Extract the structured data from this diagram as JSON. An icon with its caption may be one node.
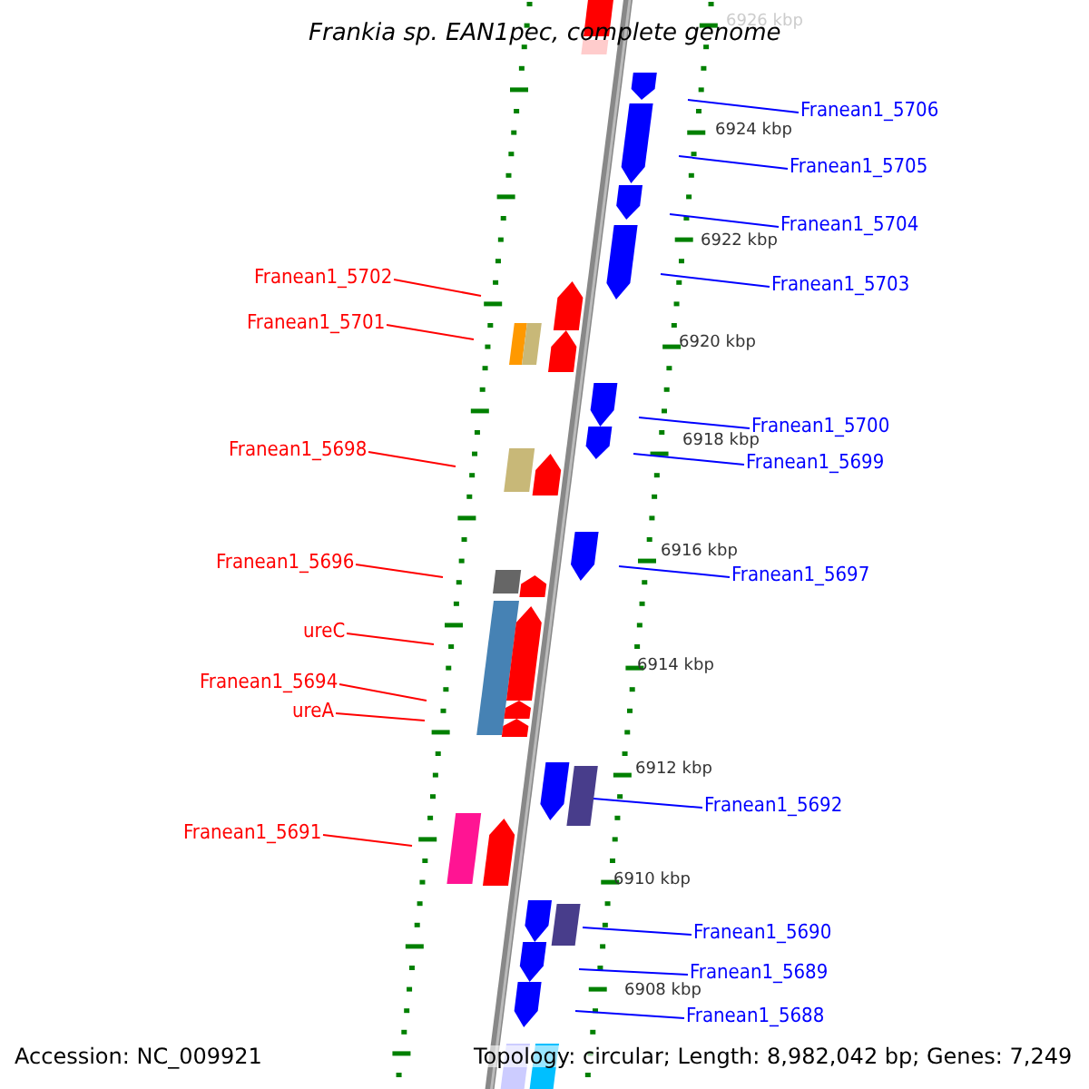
{
  "diagram": {
    "title": "Frankia sp. EAN1pec, complete genome",
    "nodes": [
      {
        "text": [
          "Franean1_5706"
        ]
      },
      {
        "text": [
          "Franean1_5705"
        ]
      },
      {
        "text": [
          "Franean1_5704"
        ]
      },
      {
        "text": [
          "Franean1_5702"
        ]
      },
      {
        "text": [
          "Franean1_5703"
        ]
      },
      {
        "text": [
          "Franean1_5701"
        ]
      },
      {
        "text": [
          "Franean1_5700"
        ]
      },
      {
        "text": [
          "Franean1_5698"
        ]
      },
      {
        "text": [
          "Franean1_5699"
        ]
      },
      {
        "text": [
          "Franean1_5696"
        ]
      },
      {
        "text": [
          "Franean1_5697"
        ]
      },
      {
        "text": [
          "ureC"
        ]
      },
      {
        "text": [
          "Franean1_5694"
        ]
      },
      {
        "text": [
          "ureA"
        ]
      },
      {
        "text": [
          "Franean1_5692"
        ]
      },
      {
        "text": [
          "Franean1_5691"
        ]
      },
      {
        "text": [
          "Franean1_5690"
        ]
      },
      {
        "text": [
          "Franean1_5689"
        ]
      },
      {
        "text": [
          "Franean1_5688"
        ]
      }
    ],
    "edges": [
      {
        "from": 0,
        "to": null,
        "arrow": "none"
      },
      {
        "from": 1,
        "to": null,
        "arrow": "none"
      },
      {
        "from": 2,
        "to": null,
        "arrow": "none"
      },
      {
        "from": 3,
        "to": null,
        "arrow": "none",
        "color": "#ff0000"
      },
      {
        "from": 4,
        "to": null,
        "arrow": "none"
      },
      {
        "from": 5,
        "to": null,
        "arrow": "none",
        "color": "#ff0000"
      },
      {
        "from": 6,
        "to": null,
        "arrow": "none"
      },
      {
        "from": 7,
        "to": null,
        "arrow": "none",
        "color": "#ff0000"
      },
      {
        "from": 8,
        "to": null,
        "arrow": "none"
      },
      {
        "from": 9,
        "to": null,
        "arrow": "none",
        "color": "#ff0000"
      },
      {
        "from": 10,
        "to": null,
        "arrow": "none"
      },
      {
        "from": 11,
        "to": null,
        "arrow": "none",
        "color": "#ff0000"
      },
      {
        "from": 12,
        "to": null,
        "arrow": "none",
        "color": "#ff0000"
      },
      {
        "from": 13,
        "to": null,
        "arrow": "none",
        "color": "#ff0000"
      },
      {
        "from": 14,
        "to": null,
        "arrow": "none"
      },
      {
        "from": 15,
        "to": null,
        "arrow": "none",
        "color": "#ff0000"
      },
      {
        "from": 16,
        "to": null,
        "arrow": "none"
      },
      {
        "from": 17,
        "to": null,
        "arrow": "none"
      },
      {
        "from": 18,
        "to": null,
        "arrow": "none"
      }
    ],
    "labels": [
      "6926 kbp",
      "6924 kbp",
      "6922 kbp",
      "6920 kbp",
      "6918 kbp",
      "6916 kbp",
      "6914 kbp",
      "6912 kbp",
      "6910 kbp",
      "6908 kbp",
      "Accession: NC_009921",
      "Topology: circular; Length: 8,982,042 bp; Genes: 7,249"
    ]
  }
}
